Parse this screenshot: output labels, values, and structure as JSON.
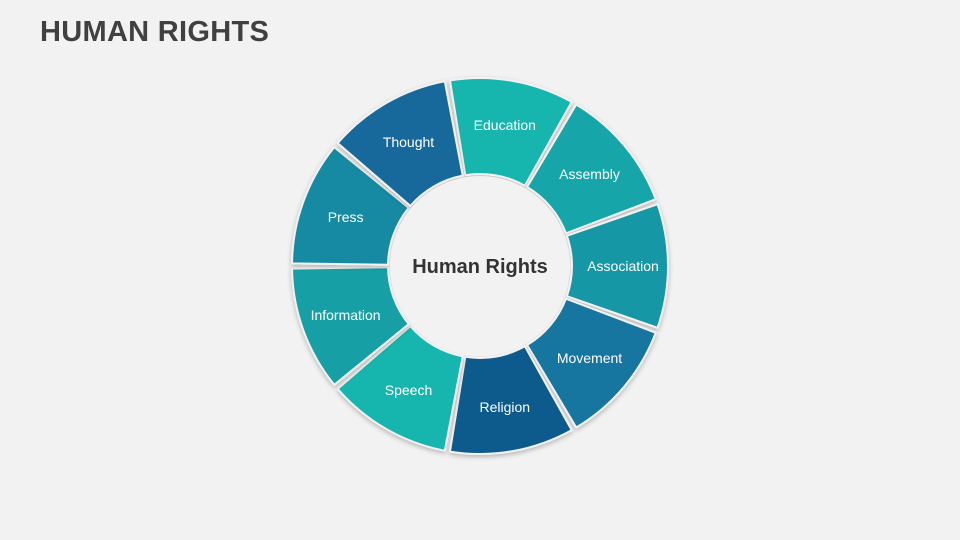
{
  "title": "HUMAN RIGHTS",
  "center": {
    "label": "Human Rights",
    "fill": "#f2f2f2"
  },
  "segments": [
    {
      "label": "Education",
      "color": "#16b5ad"
    },
    {
      "label": "Assembly",
      "color": "#14a5a9"
    },
    {
      "label": "Association",
      "color": "#1797a6"
    },
    {
      "label": "Movement",
      "color": "#1876a0"
    },
    {
      "label": "Religion",
      "color": "#105a8d"
    },
    {
      "label": "Speech",
      "color": "#16b5ad"
    },
    {
      "label": "Information",
      "color": "#14a0a5"
    },
    {
      "label": "Press",
      "color": "#1889a3"
    },
    {
      "label": "Thought",
      "color": "#14699a"
    }
  ]
}
